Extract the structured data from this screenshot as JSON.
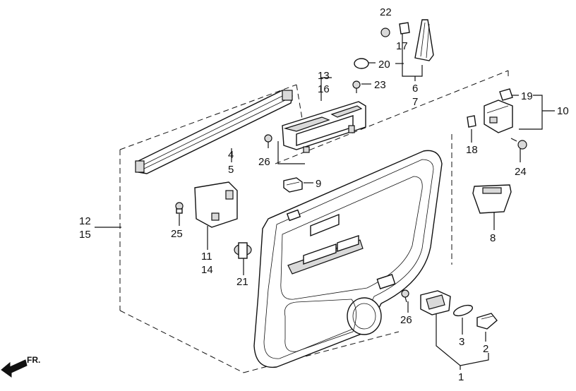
{
  "callouts": [
    "22",
    "17",
    "20",
    "23",
    "13",
    "16",
    "6",
    "7",
    "19",
    "10",
    "4",
    "5",
    "26",
    "9",
    "18",
    "24",
    "12",
    "15",
    "25",
    "11",
    "14",
    "8",
    "21",
    "26",
    "3",
    "2",
    "1"
  ],
  "direction": {
    "label": "FR."
  }
}
